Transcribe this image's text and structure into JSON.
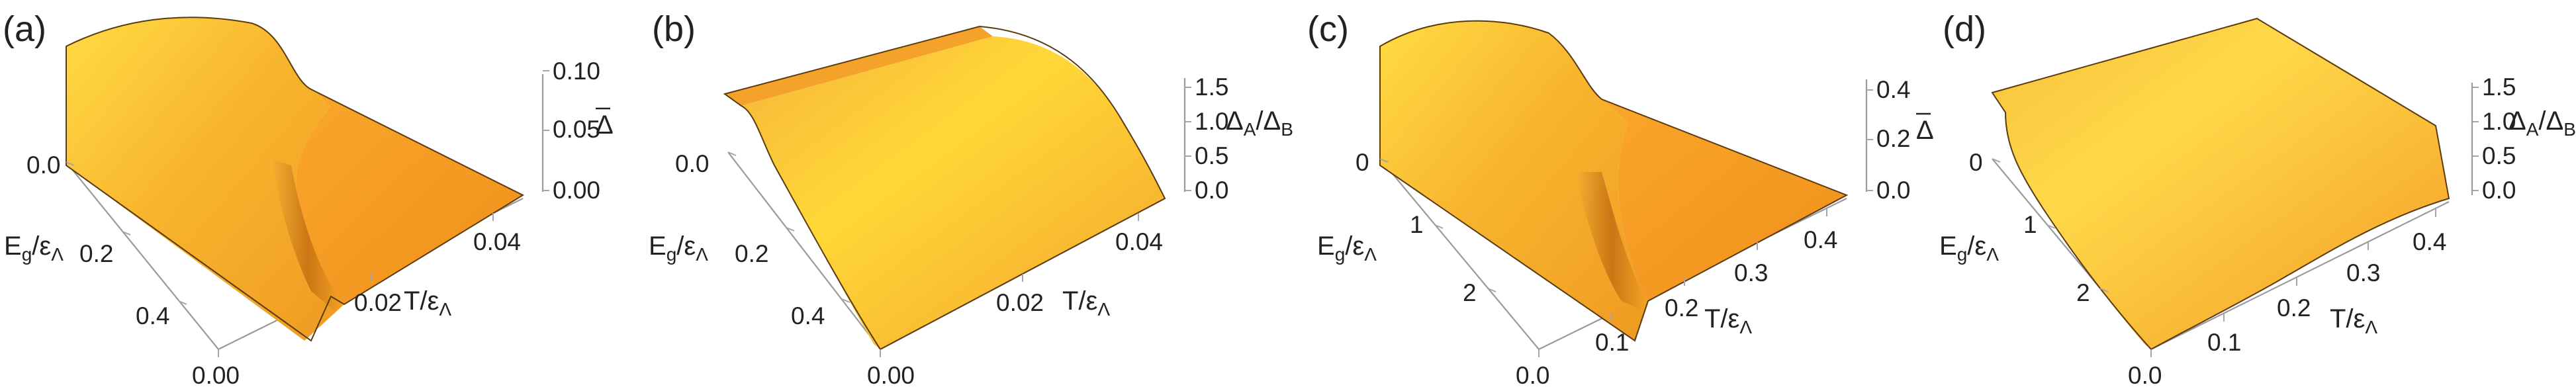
{
  "chart_data": [
    {
      "type": "surface3d",
      "panel": "(a)",
      "xlabel": "E_g/ε_Λ",
      "ylabel": "T/ε_Λ",
      "zlabel": "Δ̄",
      "x_ticks": [
        "0.0",
        "0.2",
        "0.4"
      ],
      "y_ticks": [
        "0.00",
        "0.02",
        "0.04"
      ],
      "z_ticks": [
        "0.00",
        "0.05",
        "0.10"
      ],
      "xlim": [
        0,
        0.55
      ],
      "ylim": [
        0,
        0.05
      ],
      "zlim": [
        0,
        0.11
      ],
      "colors": {
        "surface_light": "#ffd93a",
        "surface_mid": "#f7a928",
        "surface_dark": "#e8841a",
        "edge": "#5a3a10"
      }
    },
    {
      "type": "surface3d",
      "panel": "(b)",
      "xlabel": "E_g/ε_Λ",
      "ylabel": "T/ε_Λ",
      "zlabel": "Δ_A/Δ_B",
      "x_ticks": [
        "0.0",
        "0.2",
        "0.4"
      ],
      "y_ticks": [
        "0.00",
        "0.02",
        "0.04"
      ],
      "z_ticks": [
        "0.0",
        "0.5",
        "1.0",
        "1.5"
      ],
      "xlim": [
        0,
        0.55
      ],
      "ylim": [
        0,
        0.05
      ],
      "zlim": [
        0,
        1.6
      ],
      "colors": {
        "surface_light": "#ffd93a",
        "surface_mid": "#f7a928",
        "surface_dark": "#e8841a",
        "edge": "#5a3a10"
      }
    },
    {
      "type": "surface3d",
      "panel": "(c)",
      "xlabel": "E_g/ε_Λ",
      "ylabel": "T/ε_Λ",
      "zlabel": "Δ̄",
      "x_ticks": [
        "0",
        "1",
        "2"
      ],
      "y_ticks": [
        "0.0",
        "0.1",
        "0.2",
        "0.3",
        "0.4"
      ],
      "z_ticks": [
        "0.0",
        "0.2",
        "0.4"
      ],
      "xlim": [
        0,
        2.6
      ],
      "ylim": [
        0,
        0.4
      ],
      "zlim": [
        0,
        0.45
      ],
      "colors": {
        "surface_light": "#ffd93a",
        "surface_mid": "#f7a928",
        "surface_dark": "#e8841a",
        "edge": "#5a3a10"
      }
    },
    {
      "type": "surface3d",
      "panel": "(d)",
      "xlabel": "E_g/ε_Λ",
      "ylabel": "T/ε_Λ",
      "zlabel": "Δ_A/Δ_B",
      "x_ticks": [
        "0",
        "1",
        "2"
      ],
      "y_ticks": [
        "0.0",
        "0.1",
        "0.2",
        "0.3",
        "0.4"
      ],
      "z_ticks": [
        "0.0",
        "0.5",
        "1.0",
        "1.5"
      ],
      "xlim": [
        0,
        2.6
      ],
      "ylim": [
        0,
        0.4
      ],
      "zlim": [
        0,
        1.6
      ],
      "colors": {
        "surface_light": "#ffd93a",
        "surface_mid": "#f7a928",
        "surface_dark": "#e8841a",
        "edge": "#5a3a10"
      }
    }
  ]
}
